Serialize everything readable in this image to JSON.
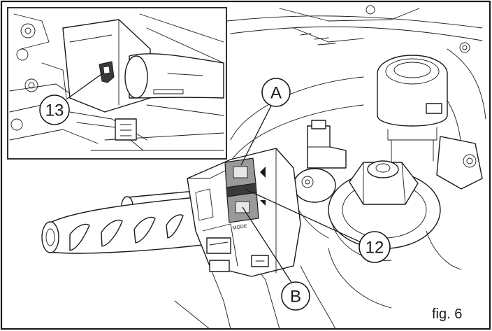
{
  "caption": "fig. 6",
  "callouts": {
    "a": "A",
    "b": "B",
    "c12": "12",
    "c13": "13"
  },
  "switch_label": "MODE"
}
